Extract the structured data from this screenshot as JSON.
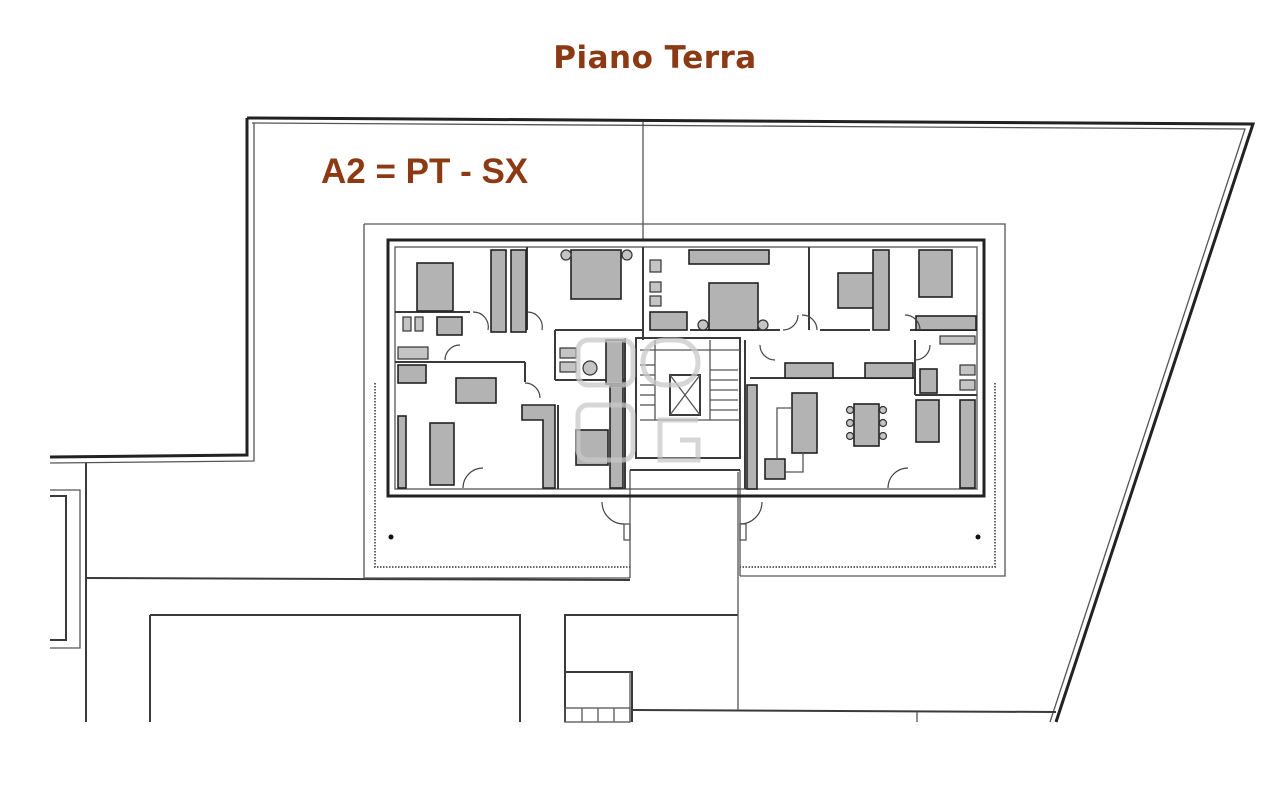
{
  "header": {
    "title": "Piano Terra"
  },
  "plan": {
    "unit_label": "A2 = PT - SX",
    "floor": "Piano Terra",
    "colors": {
      "title_text": "#8b3a14",
      "walls": "#3a3a3a",
      "furniture_fill": "#b3b3b3",
      "background": "#ffffff"
    }
  }
}
